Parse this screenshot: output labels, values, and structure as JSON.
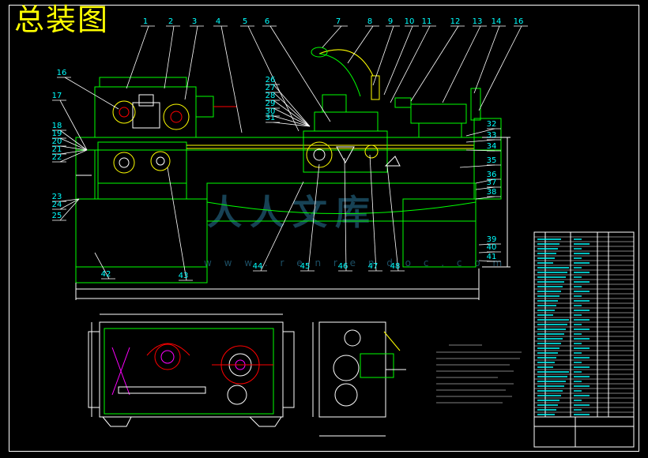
{
  "title": "总装图",
  "watermark": {
    "text": "人人文库",
    "url": "w w w . r e n r e n d o c . c o m"
  },
  "colors": {
    "background": "#000000",
    "title": "#ffff00",
    "balloon": "#00ffff",
    "leader": "#ffffff",
    "outline": "#00ff00",
    "red": "#ff0000",
    "magenta": "#ff00ff"
  },
  "part_numbers": [
    "1",
    "2",
    "3",
    "4",
    "5",
    "6",
    "7",
    "8",
    "9",
    "10",
    "11",
    "12",
    "13",
    "14",
    "16",
    "16",
    "17",
    "18",
    "19",
    "20",
    "21",
    "22",
    "23",
    "24",
    "25",
    "26",
    "27",
    "28",
    "29",
    "30",
    "31",
    "32",
    "33",
    "34",
    "35",
    "36",
    "37",
    "38",
    "39",
    "40",
    "41",
    "42",
    "43",
    "44",
    "45",
    "46",
    "47",
    "48"
  ]
}
